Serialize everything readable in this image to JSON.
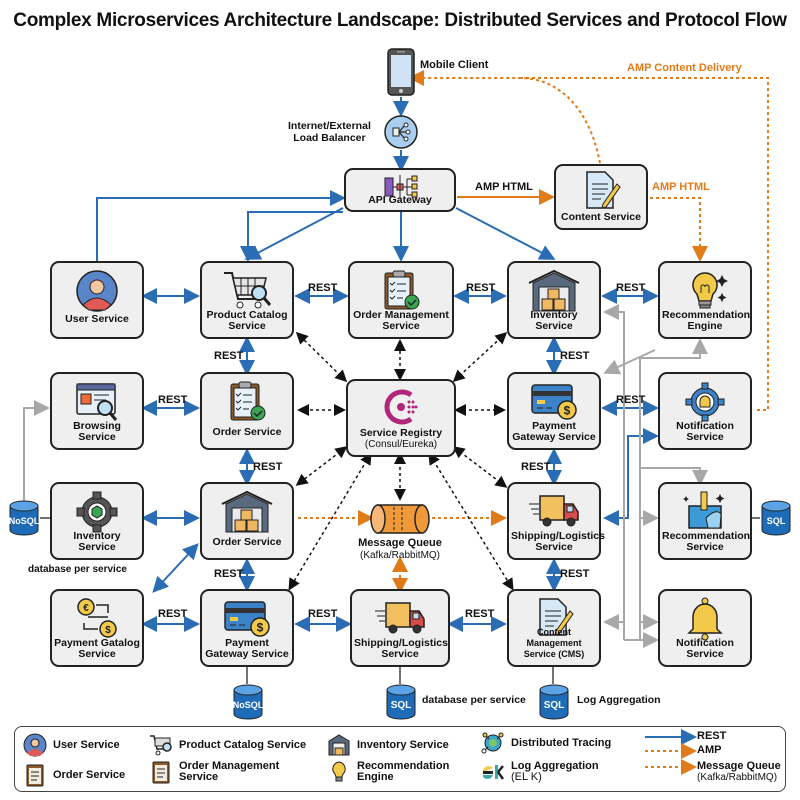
{
  "title": "Complex Microservices Architecture Landscape: Distributed Services and Protocol Flow",
  "colors": {
    "rest": "#2a6db5",
    "amp": "#e07b1a",
    "discovery": "#111111",
    "internal": "#a8a8a8",
    "db": "#1e6bb8"
  },
  "client": {
    "mobile": "Mobile Client",
    "load_balancer_line1": "Internet/External",
    "load_balancer_line2": "Load Balancer",
    "amp_delivery": "AMP Content Delivery"
  },
  "nodes": {
    "api_gateway": "API Gateway",
    "content_service": "Content Service",
    "user_service": "User Service",
    "product_catalog": "Product Catalog Service",
    "order_management": "Order Management Service",
    "inventory_top": "Inventory Service",
    "recommendation_engine": "Recommendation Engine",
    "browsing": "Browsing Service",
    "order_service_1": "Order Service",
    "service_registry": "Service Registry",
    "service_registry_sub": "(Consul/Eureka)",
    "payment_gateway_1": "Payment Gateway Service",
    "notification_1": "Notification Service",
    "inventory_left": "Inventory Service",
    "order_service_2": "Order Service",
    "message_queue": "Message Queue",
    "message_queue_sub": "(Kafka/RabbitMQ)",
    "shipping_1": "Shipping/Logistics Service",
    "recommendation_service": "Recommendation Service",
    "payment_catalog": "Payment Gatalog Service",
    "payment_gateway_2": "Payment Gateway Service",
    "shipping_2": "Shipping/Logistics Service",
    "cms": "Content Management Service (CMS)",
    "notification_2": "Notification Service"
  },
  "edge_labels": {
    "amp_html_1": "AMP HTML",
    "amp_html_2": "AMP HTML",
    "rest": "REST"
  },
  "databases": {
    "nosql_left": "NoSQL",
    "sql_right": "SQL",
    "nosql_bottom": "NoSQL",
    "sql_bottom_1": "SQL",
    "sql_bottom_2": "SQL",
    "note_db_left": "database per service",
    "note_db_bottom": "database per service",
    "note_log": "Log Aggregation"
  },
  "legend": {
    "items": [
      {
        "label": "User Service",
        "icon": "user-icon"
      },
      {
        "label": "Product Catalog Service",
        "icon": "cart-icon"
      },
      {
        "label": "Inventory Service",
        "icon": "warehouse-icon"
      },
      {
        "label": "Distributed Tracing",
        "icon": "tracing-icon"
      },
      {
        "label": "Order Service",
        "icon": "clipboard-icon"
      },
      {
        "label": "Order Management",
        "sub": "Service",
        "icon": "clipboard-icon"
      },
      {
        "label": "Recommendation",
        "sub": "Engine",
        "icon": "lightbulb-icon"
      },
      {
        "label": "Log Aggregation",
        "sub": "(EL K)",
        "icon": "elk-icon"
      }
    ],
    "lines": [
      {
        "label": "REST"
      },
      {
        "label": "AMP"
      },
      {
        "label": "Message Queue",
        "sub": "(Kafka/RabbitMQ)"
      }
    ]
  }
}
